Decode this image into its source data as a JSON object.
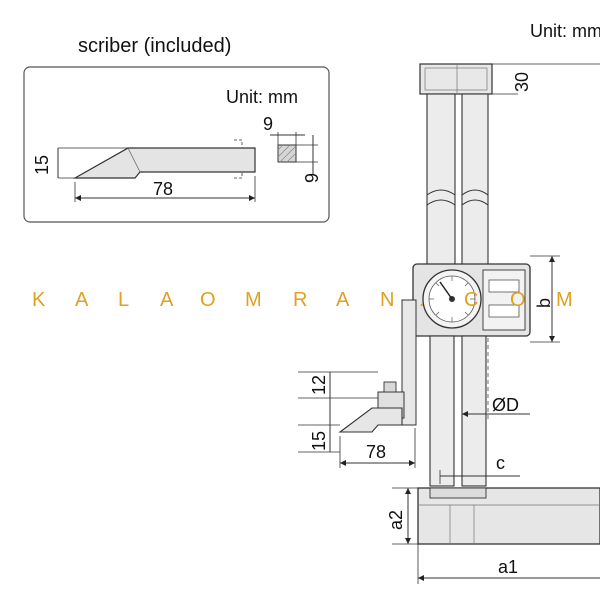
{
  "inset": {
    "title": "scriber (included)",
    "unit": "Unit: mm",
    "dim_height": "15",
    "dim_length": "78",
    "dim_section_w": "9",
    "dim_section_h": "9"
  },
  "main": {
    "unit": "Unit: mm",
    "dim_top": "30",
    "dim_b": "b",
    "dim_12": "12",
    "dim_15": "15",
    "dim_78": "78",
    "dim_od": "ØD",
    "dim_c": "c",
    "dim_a2": "a2",
    "dim_a1": "a1"
  },
  "watermark": {
    "letters": [
      "K",
      "A",
      "L",
      "A",
      "O",
      "M",
      "R",
      "A",
      "N",
      ".",
      "C",
      "O",
      "M"
    ]
  },
  "colors": {
    "watermark": "#e0a020",
    "steel_fill": "#e6e6e6",
    "line": "#333333"
  }
}
